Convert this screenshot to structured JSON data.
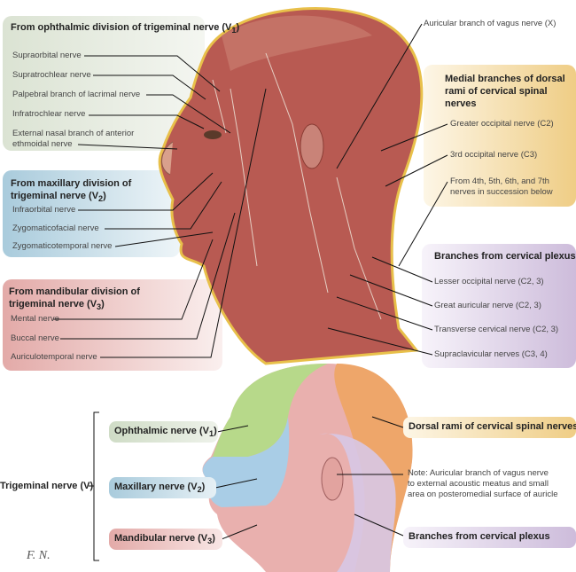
{
  "top": {
    "ophthalmic": {
      "title": "From ophthalmic division of trigeminal nerve (V",
      "sub": "1",
      "items": [
        "Supraorbital nerve",
        "Supratrochlear nerve",
        "Palpebral branch of lacrimal nerve",
        "Infratrochlear nerve",
        "External nasal branch of anterior",
        "ethmoidal nerve"
      ]
    },
    "maxillary": {
      "title": "From maxillary division of trigeminal nerve (V",
      "sub": "2",
      "items": [
        "Infraorbital nerve",
        "Zygomaticofacial nerve",
        "Zygomaticotemporal nerve"
      ]
    },
    "mandibular": {
      "title": "From mandibular division of trigeminal nerve (V",
      "sub": "3",
      "items": [
        "Mental nerve",
        "Buccal nerve",
        "Auriculotemporal nerve"
      ]
    },
    "vagus": "Auricular branch of vagus nerve (X)",
    "dorsal": {
      "title": "Medial branches of dorsal rami of cervical spinal nerves",
      "items": [
        "Greater occipital nerve (C2)",
        "3rd occipital nerve (C3)",
        "From 4th, 5th, 6th, and 7th",
        "nerves in succession below"
      ]
    },
    "plexus": {
      "title": "Branches from cervical plexus",
      "items": [
        "Lesser occipital nerve (C2, 3)",
        "Great auricular nerve (C2, 3)",
        "Transverse cervical nerve (C2, 3)",
        "Supraclavicular nerves (C3, 4)"
      ]
    }
  },
  "bottom": {
    "trigeminal": "Trigeminal nerve (V)",
    "ophthalmic": "Ophthalmic nerve (V",
    "ophthalmic_sub": "1",
    "maxillary": "Maxillary nerve (V",
    "maxillary_sub": "2",
    "mandibular": "Mandibular nerve (V",
    "mandibular_sub": "3",
    "dorsal": "Dorsal rami of cervical spinal nerves",
    "note": [
      "Note: Auricular branch of vagus nerve",
      "to external acoustic meatus and small",
      "area on posteromedial surface of auricle"
    ],
    "plexus": "Branches from cervical plexus"
  },
  "colors": {
    "green": "#dfe6d8",
    "blue": "#c4dbe6",
    "red": "#ebc4c2",
    "yellow": "#f1d595",
    "purple": "#d7c8e0"
  }
}
